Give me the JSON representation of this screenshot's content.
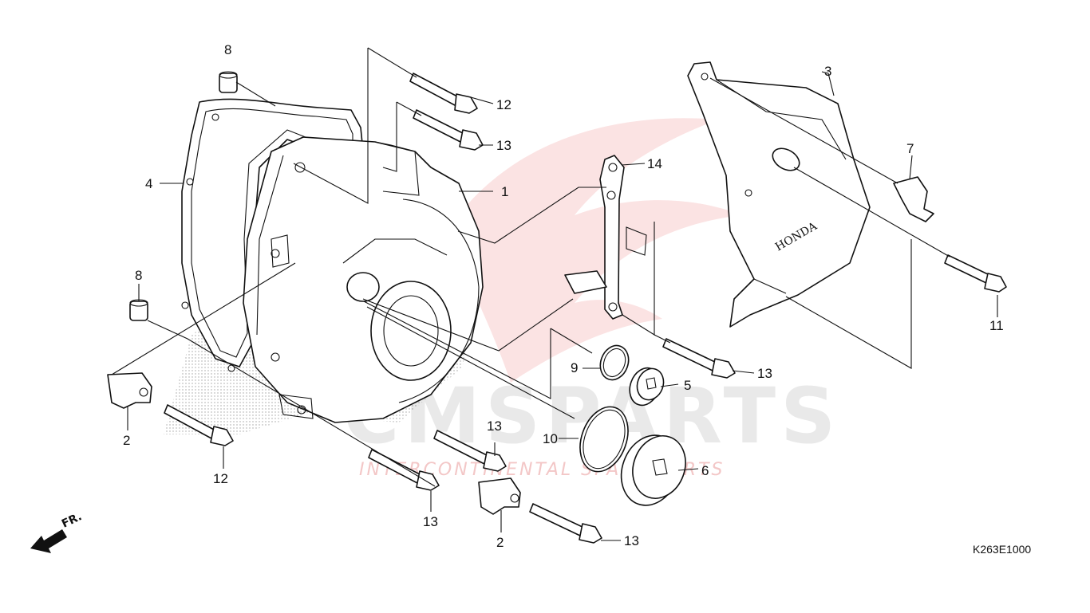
{
  "diagram": {
    "code": "K263E1000",
    "direction_label": "FR.",
    "watermark": {
      "brand": "CMSPARTS",
      "tagline": "INTERCONTINENTAL SPARE PARTS"
    },
    "cover_emblem": "HONDA",
    "callouts": [
      {
        "id": "c1",
        "label": "1"
      },
      {
        "id": "c2a",
        "label": "2"
      },
      {
        "id": "c2b",
        "label": "2"
      },
      {
        "id": "c3",
        "label": "3"
      },
      {
        "id": "c4",
        "label": "4"
      },
      {
        "id": "c5",
        "label": "5"
      },
      {
        "id": "c6",
        "label": "6"
      },
      {
        "id": "c7",
        "label": "7"
      },
      {
        "id": "c8a",
        "label": "8"
      },
      {
        "id": "c8b",
        "label": "8"
      },
      {
        "id": "c9",
        "label": "9"
      },
      {
        "id": "c10",
        "label": "10"
      },
      {
        "id": "c11",
        "label": "11"
      },
      {
        "id": "c12a",
        "label": "12"
      },
      {
        "id": "c12b",
        "label": "12"
      },
      {
        "id": "c13a",
        "label": "13"
      },
      {
        "id": "c13b",
        "label": "13"
      },
      {
        "id": "c13c",
        "label": "13"
      },
      {
        "id": "c13d",
        "label": "13"
      },
      {
        "id": "c13e",
        "label": "13"
      },
      {
        "id": "c14",
        "label": "14"
      }
    ]
  }
}
